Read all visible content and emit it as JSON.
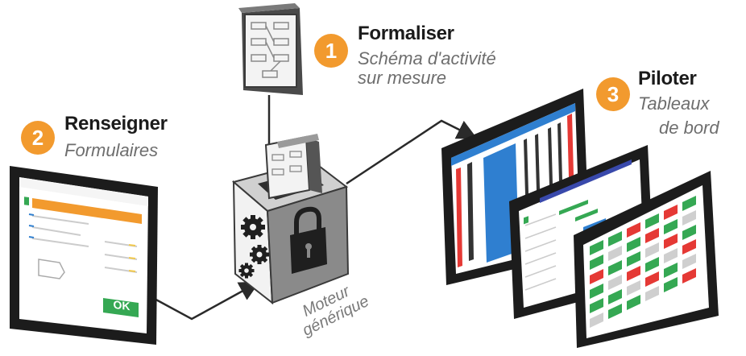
{
  "steps": [
    {
      "number": "1",
      "title": "Formaliser",
      "subtitle_line1": "Schéma d'activité",
      "subtitle_line2": "sur mesure"
    },
    {
      "number": "2",
      "title": "Renseigner",
      "subtitle_line1": "Formulaires"
    },
    {
      "number": "3",
      "title": "Piloter",
      "subtitle_line1": "Tableaux",
      "subtitle_line2": "de bord"
    }
  ],
  "engine": {
    "line1": "Moteur",
    "line2": "générique"
  },
  "tablet": {
    "ok_label": "OK"
  },
  "colors": {
    "accent": "#f29a2e",
    "green": "#35a853",
    "red": "#e53935",
    "blue": "#2f7fd0"
  },
  "icons": [
    "schema-document-icon",
    "gear-icon",
    "lock-icon"
  ]
}
